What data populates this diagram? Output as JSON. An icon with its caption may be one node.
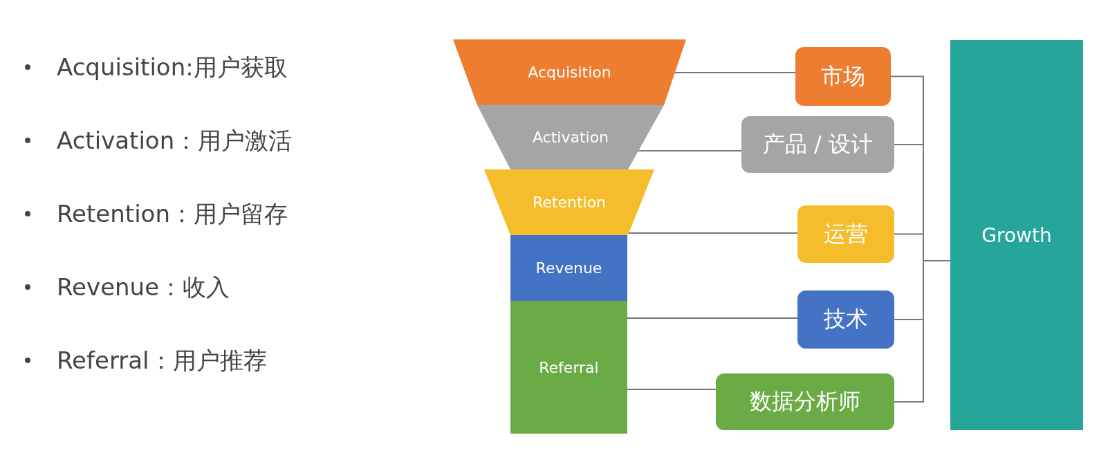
{
  "diagram": {
    "nodes": [
      {
        "text": [
          "Acquisition"
        ]
      },
      {
        "text": [
          "Activation"
        ]
      },
      {
        "text": [
          "Retention"
        ]
      },
      {
        "text": [
          "Revenue"
        ]
      },
      {
        "text": [
          "Referral"
        ]
      },
      {
        "text": [
          "市场"
        ]
      },
      {
        "text": [
          "产品 / 设计"
        ]
      },
      {
        "text": [
          "运营"
        ]
      },
      {
        "text": [
          "技术"
        ]
      },
      {
        "text": [
          "数据分析师"
        ]
      },
      {
        "text": [
          "Growth"
        ]
      }
    ],
    "edges": [
      {
        "from": 0,
        "to": 5,
        "arrow": "none"
      },
      {
        "from": 1,
        "to": 6,
        "arrow": "none"
      },
      {
        "from": 2,
        "to": 7,
        "arrow": "none"
      },
      {
        "from": 4,
        "to": 8,
        "arrow": "none"
      },
      {
        "from": 4,
        "to": 9,
        "arrow": "none"
      },
      {
        "from": 5,
        "to": 10,
        "arrow": "none"
      },
      {
        "from": 6,
        "to": 10,
        "arrow": "none"
      },
      {
        "from": 7,
        "to": 10,
        "arrow": "none"
      },
      {
        "from": 8,
        "to": 10,
        "arrow": "none"
      },
      {
        "from": 9,
        "to": 10,
        "arrow": "none"
      }
    ],
    "labels": [
      "Acquisition:用户获取",
      "Activation：用户激活",
      "Retention：用户留存",
      "Revenue：收入",
      "Referral：用户推荐"
    ]
  }
}
